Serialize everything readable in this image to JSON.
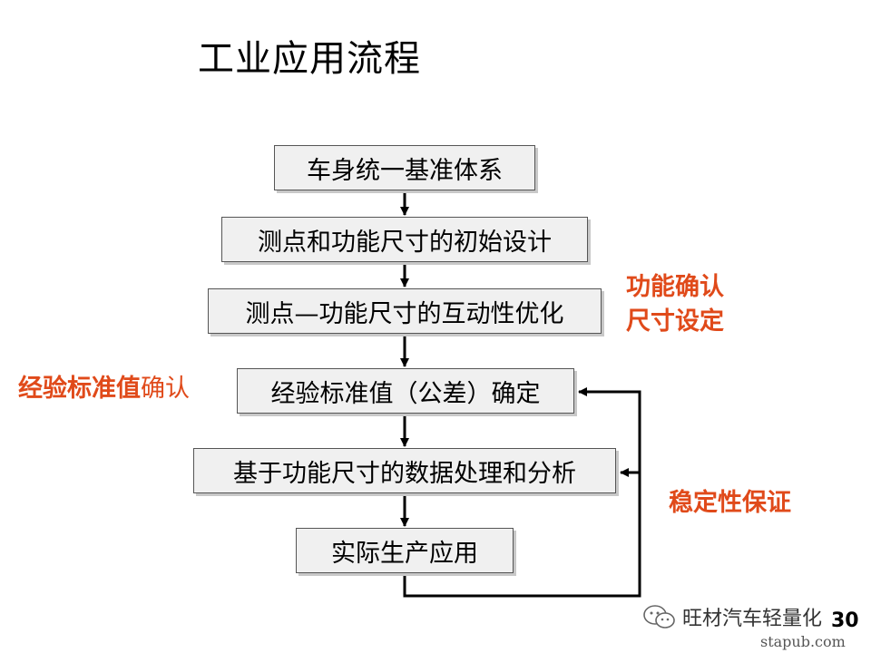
{
  "title": "工业应用流程",
  "steps": [
    "车身统一基准体系",
    "测点和功能尺寸的初始设计",
    "测点—功能尺寸的互动性优化",
    "经验标准值（公差）确定",
    "基于功能尺寸的数据处理和分析",
    "实际生产应用"
  ],
  "notes": {
    "function_confirm": [
      "功能确认",
      "尺寸设定"
    ],
    "experience_bold": "经验标准值",
    "experience_plain": "确认",
    "stability": "稳定性保证"
  },
  "watermark": "旺材汽车轻量化",
  "page_number": "30",
  "site": "stapub.com",
  "colors": {
    "accent": "#e04a1a",
    "box_fill": "#f0f0f0",
    "box_border": "#555555"
  },
  "icons": {
    "watermark": "wechat-icon"
  }
}
